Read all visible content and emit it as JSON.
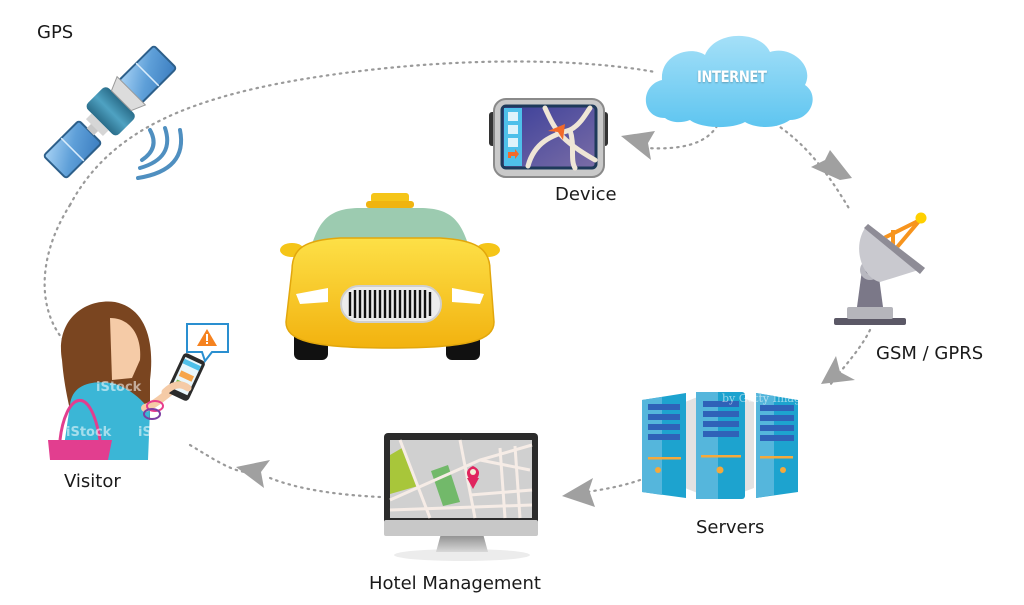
{
  "diagram": {
    "title": "Hotel Taxi Tracking Flow",
    "nodes": {
      "gps": {
        "label": "GPS",
        "icon": "satellite-icon"
      },
      "internet": {
        "label": "INTERNET",
        "icon": "cloud-icon"
      },
      "device": {
        "label": "Device",
        "icon": "gps-navigator-icon"
      },
      "gsm": {
        "label": "GSM / GPRS",
        "icon": "satellite-dish-icon"
      },
      "servers": {
        "label": "Servers",
        "icon": "server-rack-icon"
      },
      "hotel": {
        "label": "Hotel Management",
        "icon": "monitor-map-icon"
      },
      "visitor": {
        "label": "Visitor",
        "icon": "woman-with-phone-icon"
      },
      "taxi": {
        "label": "",
        "icon": "taxi-icon"
      }
    },
    "flow": [
      {
        "from": "GPS",
        "to": "INTERNET"
      },
      {
        "from": "INTERNET",
        "to": "Device"
      },
      {
        "from": "INTERNET",
        "to": "GSM / GPRS"
      },
      {
        "from": "GSM / GPRS",
        "to": "Servers"
      },
      {
        "from": "Servers",
        "to": "Hotel Management"
      },
      {
        "from": "Hotel Management",
        "to": "Visitor"
      },
      {
        "from": "Visitor",
        "to": "GPS"
      }
    ],
    "watermarks": [
      "iStock",
      "iStock",
      "iS",
      "by Getty Images"
    ],
    "colors": {
      "connector": "#9a9a9a",
      "arrow": "#a0a0a0",
      "cloud": "#7fd0f3",
      "taxi": "#f7c11a",
      "server": "#1ea3cc",
      "pin": "#e0245e",
      "warning": "#f5821f"
    }
  }
}
